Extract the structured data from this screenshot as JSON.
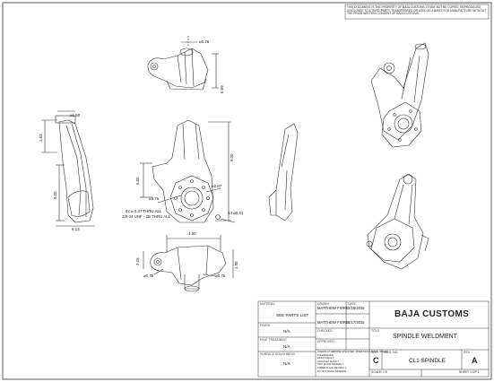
{
  "notice": "THIS DOCUMENT IS THE PROPERTY OF BAJA CUSTOMS. IT MAY NOT BE COPIED, REPRODUCED, DISCLOSED TO A THIRD PARTY, TRANSFERRED OR USED AS A BASIS FOR MANUFACTURE WITHOUT THE PRIOR WRITTEN CONSENT OF BAJA CUSTOMS.",
  "dimensions": {
    "top_dia": "⌀0.76",
    "top_side": "0.89",
    "left_dia": "⌀1.50",
    "left_top": "1.63",
    "left_mid": "5.00",
    "left_bottom": "6.13",
    "front_height": "5.00",
    "front_total": "9.00",
    "front_dia1": "⌀3.75",
    "front_dia2": "⌀2.87",
    "front_angle": "24 ⌀0.41",
    "hole_note_1": "8x ⌀ 0.37 THRU ALL",
    "hole_note_2": "3/8-24 UNF - 2B THRU ALL",
    "bottom_width": "4.90",
    "bottom_left": "2.25",
    "bottom_right": "1.95",
    "bottom_dia1": "⌀0.75",
    "bottom_dia2": "⌀0.76"
  },
  "title_block": {
    "material_label": "MATERIAL",
    "material_value": "SEE PARTS LIST",
    "finish_label": "FINISH",
    "finish_value": "N/A",
    "heat_label": "HEAT TREATMENT",
    "heat_value": "N/A",
    "surface_label": "SURFACE ROUGHNESS",
    "surface_value": "N/A",
    "drawn_label": "DRAWN",
    "drawn_name": "MATTHEW FIORE",
    "drawn_date": "2/26/2015",
    "date_label": "DATE",
    "checked_name": "MATTHEW FIORE",
    "checked_date": "6/17/2015",
    "checked_label": "CHECKED",
    "approved_label": "APPROVED",
    "company": "BAJA CUSTOMS",
    "title": "SPINDLE WELDMENT",
    "title_label": "TITLE",
    "size_label": "SIZE",
    "size_value": "C",
    "dwg_label": "DWG. NO.",
    "dwg_value": "CL1 SPINDLE",
    "rev_label": "REV",
    "rev_value": "A",
    "scale_label": "SCALE: 1:5",
    "sheet_label": "SHEET 1 OF 1",
    "tol_note_1": "UNLESS OTHERWISE SPECIFIED: DIMENSIONS ARE IN INCHES",
    "tol_note_2": "TOLERANCES:",
    "tol_note_3": "FRACTIONAL ±",
    "tol_note_4": "ANGULAR: MACH ±",
    "tol_note_5": "TWO PLACE DECIMAL ±",
    "tol_note_6": "THREE PLACE DECIMAL ±",
    "tol_note_7": "DO NOT SCALE DRAWING"
  }
}
